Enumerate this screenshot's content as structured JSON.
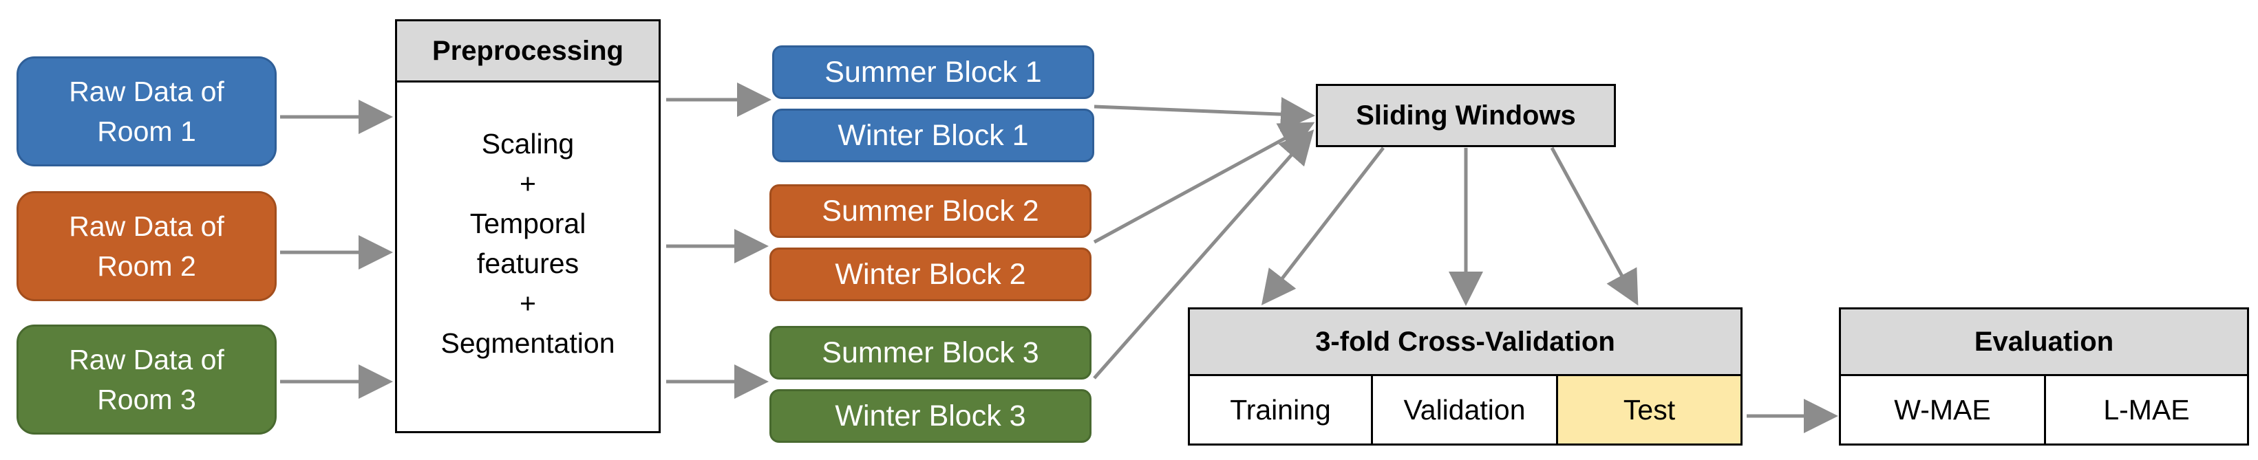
{
  "rooms": [
    "Raw Data of\nRoom 1",
    "Raw Data of\nRoom 2",
    "Raw Data of\nRoom 3"
  ],
  "preprocessing": {
    "title": "Preprocessing",
    "body": "Scaling\n+\nTemporal\nfeatures\n+\nSegmentation"
  },
  "blocks": [
    "Summer Block 1",
    "Winter Block 1",
    "Summer Block 2",
    "Winter Block 2",
    "Summer Block 3",
    "Winter Block 3"
  ],
  "sliding_windows": "Sliding Windows",
  "cross_validation": {
    "title": "3-fold Cross-Validation",
    "cells": [
      "Training",
      "Validation",
      "Test"
    ]
  },
  "evaluation": {
    "title": "Evaluation",
    "cells": [
      "W-MAE",
      "L-MAE"
    ]
  },
  "colors": {
    "room1": "#3d75b5",
    "room2": "#c35f26",
    "room3": "#5a7f3b",
    "header_fill": "#d9d9d9",
    "test_fill": "#fde9a8",
    "arrow": "#8c8c8c"
  }
}
